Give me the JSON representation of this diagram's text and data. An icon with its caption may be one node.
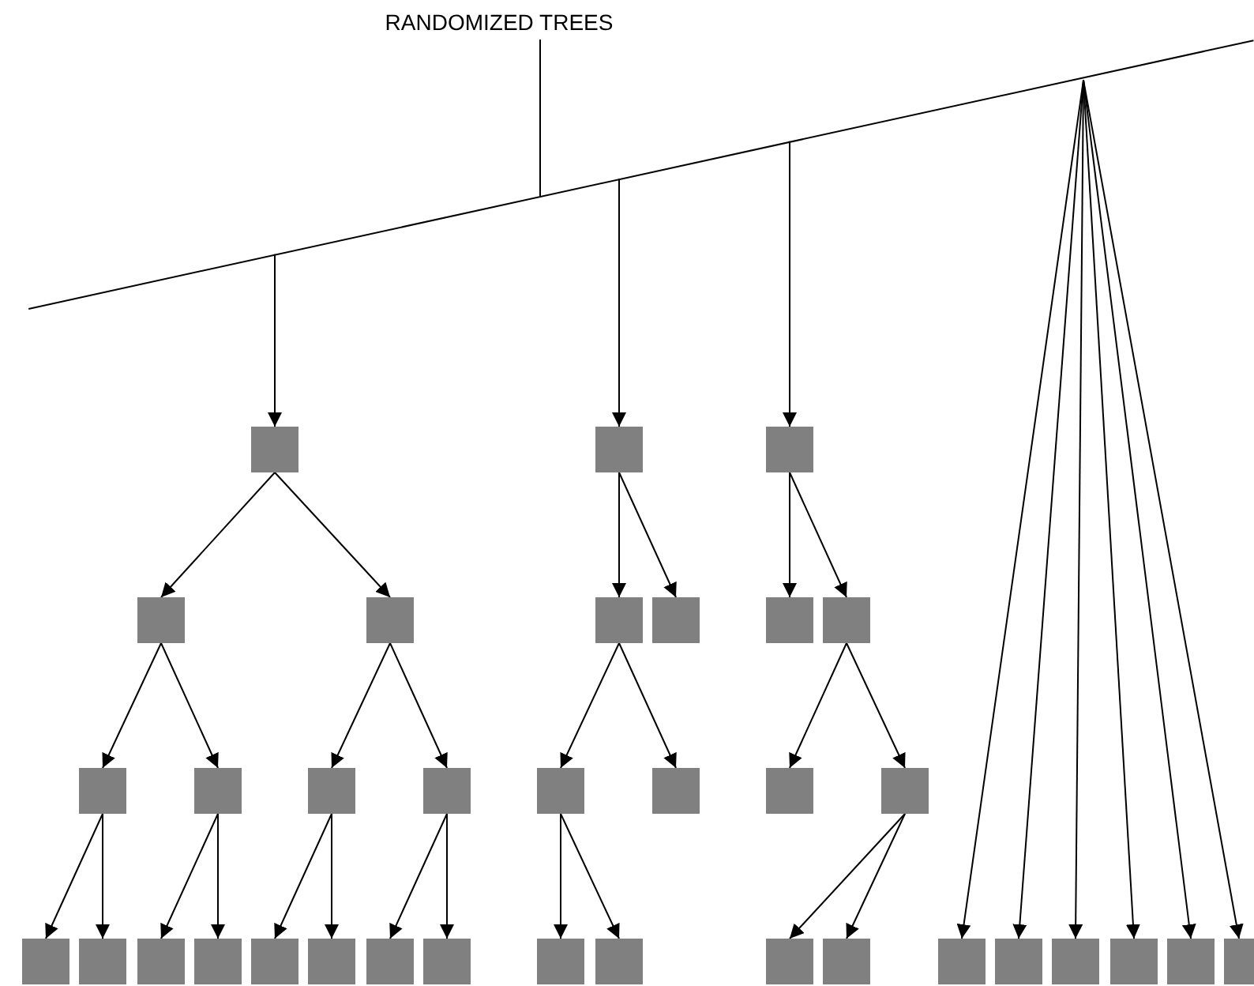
{
  "diagram": {
    "nodes": [
      {
        "text": [
          "RANDOMIZED TREES"
        ]
      },
      {
        "text": [],
        "shape": "bar"
      },
      {
        "text": [],
        "shape": "box"
      },
      {
        "text": [],
        "shape": "box"
      },
      {
        "text": [],
        "shape": "box"
      },
      {
        "text": [],
        "shape": "box"
      },
      {
        "text": [],
        "shape": "box"
      },
      {
        "text": [],
        "shape": "box"
      },
      {
        "text": [],
        "shape": "box"
      },
      {
        "text": [],
        "shape": "box"
      },
      {
        "text": [],
        "shape": "box"
      },
      {
        "text": [],
        "shape": "box"
      },
      {
        "text": [],
        "shape": "box"
      },
      {
        "text": [],
        "shape": "box"
      },
      {
        "text": [],
        "shape": "box"
      },
      {
        "text": [],
        "shape": "box"
      },
      {
        "text": [],
        "shape": "box"
      },
      {
        "text": [],
        "shape": "box"
      },
      {
        "text": [],
        "shape": "box"
      },
      {
        "text": [],
        "shape": "box"
      },
      {
        "text": [],
        "shape": "box"
      },
      {
        "text": [],
        "shape": "box"
      },
      {
        "text": [],
        "shape": "box"
      },
      {
        "text": [],
        "shape": "box"
      },
      {
        "text": [],
        "shape": "box"
      },
      {
        "text": [],
        "shape": "box"
      },
      {
        "text": [],
        "shape": "box"
      },
      {
        "text": [],
        "shape": "box"
      },
      {
        "text": [],
        "shape": "box"
      },
      {
        "text": [],
        "shape": "box"
      },
      {
        "text": [],
        "shape": "box"
      },
      {
        "text": [],
        "shape": "box"
      },
      {
        "text": [],
        "shape": "box"
      },
      {
        "text": [],
        "shape": "box"
      },
      {
        "text": [],
        "shape": "box"
      },
      {
        "text": [],
        "shape": "box"
      },
      {
        "text": [],
        "shape": "box"
      }
    ],
    "edges": [
      {
        "from": 0,
        "to": 1,
        "arrow": "none"
      },
      {
        "from": 1,
        "to": 2,
        "arrow": "to"
      },
      {
        "from": 1,
        "to": 17,
        "arrow": "to"
      },
      {
        "from": 1,
        "to": 24,
        "arrow": "to"
      },
      {
        "from": 2,
        "to": 3,
        "arrow": "to"
      },
      {
        "from": 2,
        "to": 4,
        "arrow": "to"
      },
      {
        "from": 3,
        "to": 5,
        "arrow": "to"
      },
      {
        "from": 3,
        "to": 6,
        "arrow": "to"
      },
      {
        "from": 4,
        "to": 7,
        "arrow": "to"
      },
      {
        "from": 4,
        "to": 8,
        "arrow": "to"
      },
      {
        "from": 5,
        "to": 9,
        "arrow": "to"
      },
      {
        "from": 5,
        "to": 10,
        "arrow": "to"
      },
      {
        "from": 6,
        "to": 11,
        "arrow": "to"
      },
      {
        "from": 6,
        "to": 12,
        "arrow": "to"
      },
      {
        "from": 7,
        "to": 13,
        "arrow": "to"
      },
      {
        "from": 7,
        "to": 14,
        "arrow": "to"
      },
      {
        "from": 8,
        "to": 15,
        "arrow": "to"
      },
      {
        "from": 8,
        "to": 16,
        "arrow": "to"
      },
      {
        "from": 17,
        "to": 18,
        "arrow": "to"
      },
      {
        "from": 17,
        "to": 19,
        "arrow": "to"
      },
      {
        "from": 18,
        "to": 20,
        "arrow": "to"
      },
      {
        "from": 18,
        "to": 21,
        "arrow": "to"
      },
      {
        "from": 20,
        "to": 22,
        "arrow": "to"
      },
      {
        "from": 20,
        "to": 23,
        "arrow": "to"
      },
      {
        "from": 24,
        "to": 25,
        "arrow": "to"
      },
      {
        "from": 24,
        "to": 26,
        "arrow": "to"
      },
      {
        "from": 26,
        "to": 27,
        "arrow": "to"
      },
      {
        "from": 26,
        "to": 28,
        "arrow": "to"
      },
      {
        "from": 28,
        "to": 29,
        "arrow": "to"
      },
      {
        "from": 28,
        "to": 30,
        "arrow": "to"
      },
      {
        "from": 1,
        "to": 31,
        "arrow": "to"
      },
      {
        "from": 1,
        "to": 32,
        "arrow": "to"
      },
      {
        "from": 1,
        "to": 33,
        "arrow": "to"
      },
      {
        "from": 1,
        "to": 34,
        "arrow": "to"
      },
      {
        "from": 1,
        "to": 35,
        "arrow": "to"
      },
      {
        "from": 1,
        "to": 36,
        "arrow": "to"
      }
    ]
  }
}
